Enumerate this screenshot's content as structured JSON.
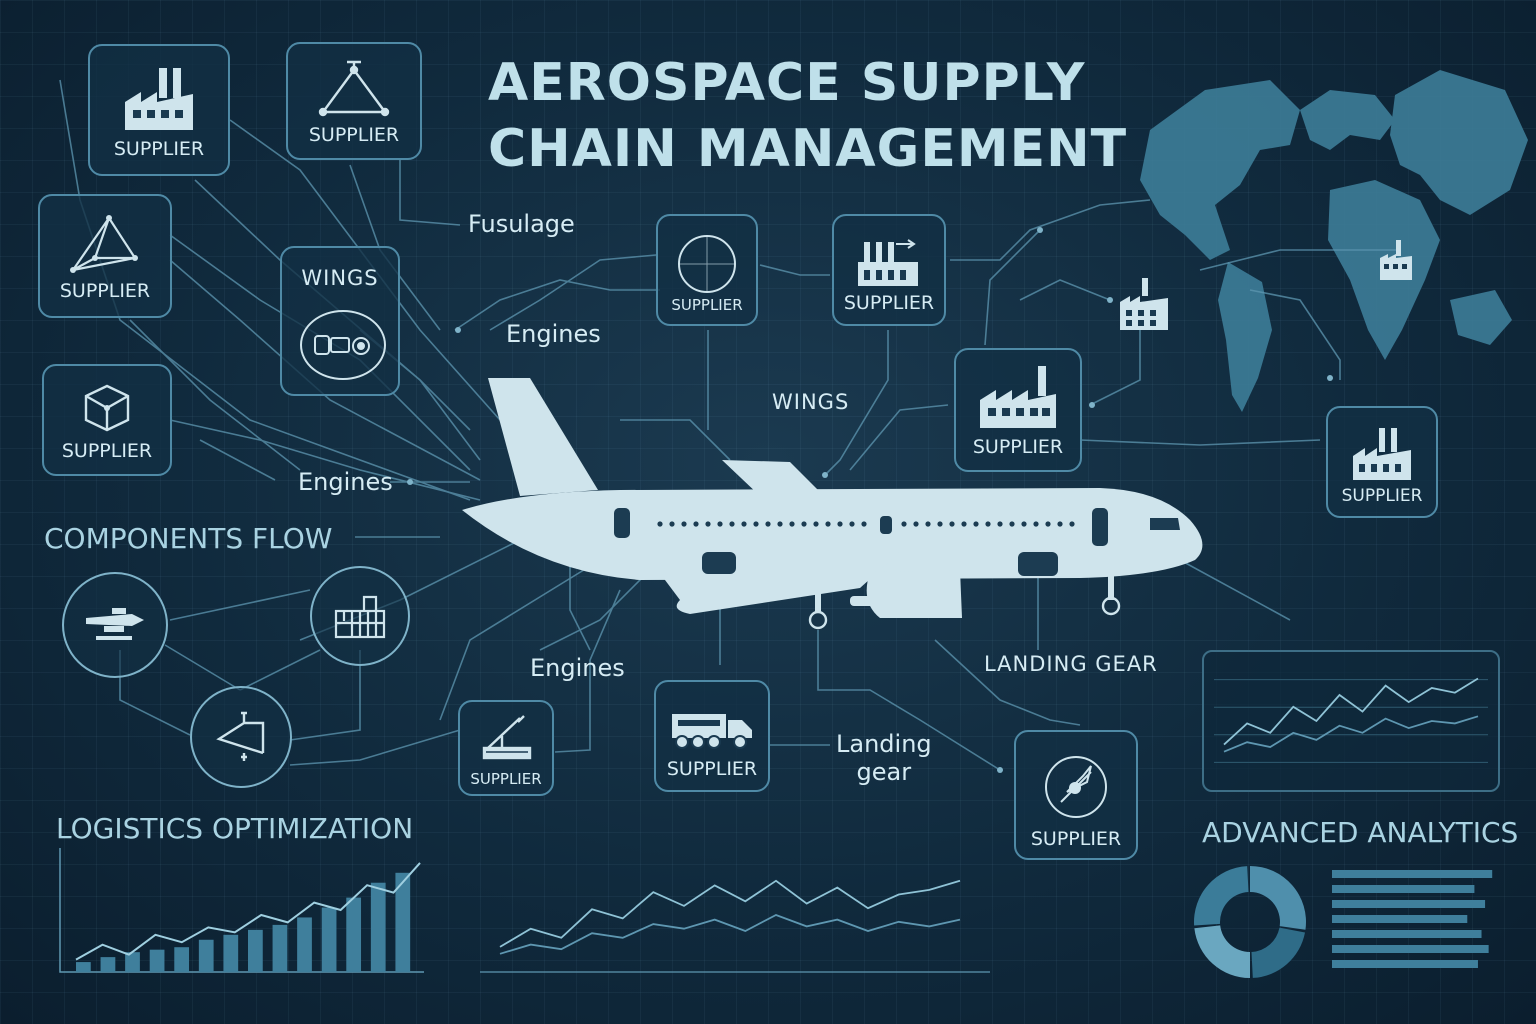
{
  "title": {
    "line1": "AEROSPACE SUPPLY",
    "line2": "CHAIN MANAGEMENT"
  },
  "suppliers": [
    {
      "label": "SUPPLIER",
      "icon": "factory-icon"
    },
    {
      "label": "SUPPLIER",
      "icon": "crane-hook-icon"
    },
    {
      "label": "SUPPLIER",
      "icon": "network-triangle-icon"
    },
    {
      "label": "SUPPLIER",
      "icon": "cube-icon"
    },
    {
      "label": "SUPPLIER",
      "icon": "target-circle-icon"
    },
    {
      "label": "SUPPLIER",
      "icon": "factory-icon"
    },
    {
      "label": "SUPPLIER",
      "icon": "factory-icon"
    },
    {
      "label": "SUPPLIER",
      "icon": "factory-icon"
    },
    {
      "label": "SUPPLIER",
      "icon": "crane-icon"
    },
    {
      "label": "SUPPLIER",
      "icon": "truck-icon"
    },
    {
      "label": "SUPPLIER",
      "icon": "satellite-dish-icon"
    }
  ],
  "wings_box": {
    "label": "WINGS",
    "icon": "engine-parts-icon"
  },
  "parts": {
    "fusulage": "Fusulage",
    "engines_top": "Engines",
    "engines_left": "Engines",
    "engines_bottom": "Engines",
    "wings": "WINGS",
    "landing_gear_caps": "LANDING GEAR",
    "landing_gear_line1": "Landing",
    "landing_gear_line2": "gear"
  },
  "sections": {
    "components_flow": "COMPONENTS FLOW",
    "logistics_optimization": "LOGISTICS OPTIMIZATION",
    "advanced_analytics": "ADVANCED ANALYTICS"
  },
  "flow_nodes": [
    {
      "icon": "drone-icon"
    },
    {
      "icon": "factory-icon"
    },
    {
      "icon": "crane-icon"
    }
  ],
  "colors": {
    "background": "#102a3d",
    "accent": "#4f8aa6",
    "text": "#d6ecf4",
    "aircraft": "#cfe4ec",
    "map": "#3d7d98"
  },
  "chart_data": [
    {
      "type": "bar",
      "title": "LOGISTICS OPTIMIZATION",
      "categories": [
        "",
        "",
        "",
        "",
        "",
        "",
        "",
        "",
        "",
        "",
        "",
        "",
        "",
        ""
      ],
      "values": [
        8,
        12,
        16,
        18,
        20,
        26,
        30,
        34,
        38,
        44,
        52,
        60,
        72,
        80
      ],
      "series_line": [
        10,
        22,
        14,
        30,
        24,
        36,
        32,
        46,
        40,
        56,
        50,
        70,
        64,
        88
      ],
      "ylim": [
        0,
        100
      ]
    },
    {
      "type": "line",
      "series": [
        {
          "values": [
            22,
            38,
            30,
            55,
            47,
            70,
            58,
            76,
            62,
            80,
            60,
            74,
            56,
            68,
            72,
            80
          ]
        },
        {
          "values": [
            16,
            24,
            20,
            34,
            30,
            42,
            38,
            46,
            36,
            50,
            40,
            46,
            36,
            44,
            40,
            46
          ]
        }
      ]
    },
    {
      "type": "line",
      "series": [
        {
          "values": [
            30,
            48,
            40,
            62,
            50,
            72,
            58,
            80,
            66,
            78,
            74,
            86
          ]
        },
        {
          "values": [
            24,
            32,
            28,
            40,
            34,
            46,
            40,
            52,
            44,
            50,
            48,
            54
          ]
        }
      ]
    },
    {
      "type": "pie",
      "title": "ADVANCED ANALYTICS",
      "values": [
        28,
        22,
        24,
        26
      ]
    },
    {
      "type": "bar",
      "orientation": "horizontal",
      "values": [
        90,
        80,
        86,
        76,
        84,
        88,
        82
      ]
    }
  ]
}
